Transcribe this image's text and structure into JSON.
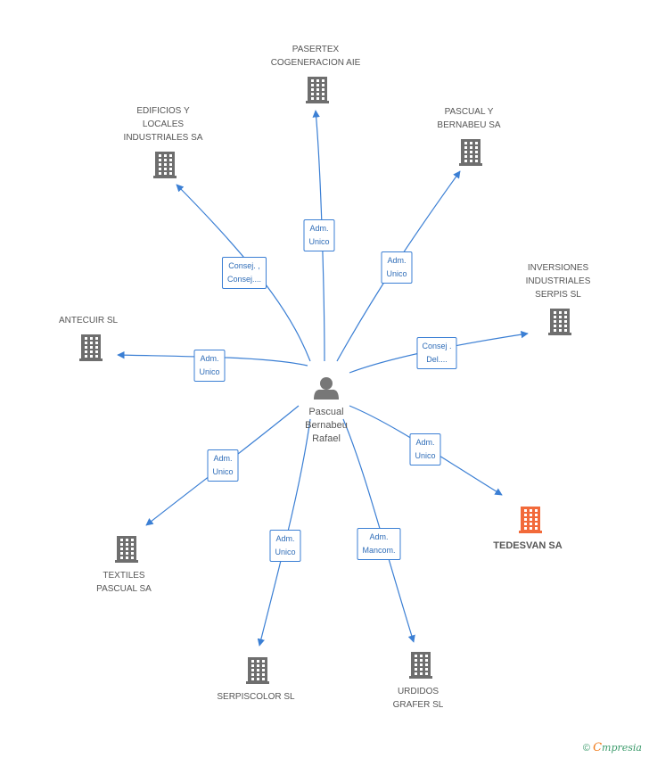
{
  "center": {
    "name_lines": [
      "Pascual",
      "Bernabeu",
      "Rafael"
    ],
    "icon": "person-icon"
  },
  "colors": {
    "edge": "#3b7fd4",
    "building": "#6e6e6e",
    "highlight": "#f26a3a"
  },
  "nodes": [
    {
      "id": "pasertex",
      "label_lines": [
        "PASERTEX",
        "COGENERACION AIE"
      ],
      "relation_lines": [
        "Adm.",
        "Unico"
      ],
      "icon": "building-icon"
    },
    {
      "id": "edificios",
      "label_lines": [
        "EDIFICIOS Y",
        "LOCALES",
        "INDUSTRIALES SA"
      ],
      "relation_lines": [
        "Consej. ,",
        "Consej...."
      ],
      "icon": "building-icon"
    },
    {
      "id": "pascualy",
      "label_lines": [
        "PASCUAL Y",
        "BERNABEU SA"
      ],
      "relation_lines": [
        "Adm.",
        "Unico"
      ],
      "icon": "building-icon"
    },
    {
      "id": "inversiones",
      "label_lines": [
        "INVERSIONES",
        "INDUSTRIALES",
        "SERPIS SL"
      ],
      "relation_lines": [
        "Consej .",
        "Del...."
      ],
      "icon": "building-icon"
    },
    {
      "id": "antecuir",
      "label_lines": [
        "ANTECUIR SL"
      ],
      "relation_lines": [
        "Adm.",
        "Unico"
      ],
      "icon": "building-icon"
    },
    {
      "id": "tedesvan",
      "label_lines": [
        "TEDESVAN SA"
      ],
      "relation_lines": [
        "Adm.",
        "Unico"
      ],
      "icon": "building-icon",
      "highlight": true
    },
    {
      "id": "textiles",
      "label_lines": [
        "TEXTILES",
        "PASCUAL SA"
      ],
      "relation_lines": [
        "Adm.",
        "Unico"
      ],
      "icon": "building-icon"
    },
    {
      "id": "serpiscolor",
      "label_lines": [
        "SERPISCOLOR SL"
      ],
      "relation_lines": [
        "Adm.",
        "Unico"
      ],
      "icon": "building-icon"
    },
    {
      "id": "urdidos",
      "label_lines": [
        "URDIDOS",
        "GRAFER SL"
      ],
      "relation_lines": [
        "Adm.",
        "Mancom."
      ],
      "icon": "building-icon"
    }
  ],
  "footer": {
    "copyright": "©",
    "brand_initial": "C",
    "brand_rest": "mpresia"
  }
}
